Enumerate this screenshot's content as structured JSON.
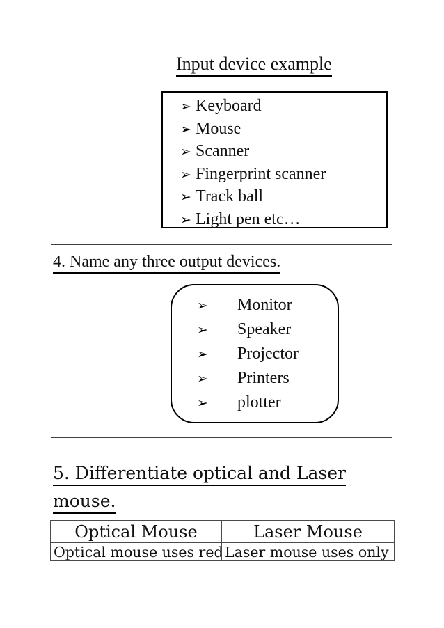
{
  "title": "Input device example",
  "glyphs": {
    "arrow_bullet": "➢"
  },
  "input_box": {
    "items": [
      "Keyboard",
      "Mouse",
      "Scanner",
      "Fingerprint scanner",
      "Track ball",
      "Light pen etc…"
    ]
  },
  "question4": {
    "heading": "4. Name any three output devices.",
    "items": [
      "Monitor",
      "Speaker",
      "Projector",
      "Printers",
      "plotter"
    ]
  },
  "question5": {
    "heading_line1": "5. Differentiate optical and Laser",
    "heading_line2": "mouse.",
    "table": {
      "headers": [
        "Optical Mouse",
        "Laser Mouse"
      ],
      "rows": [
        [
          "Optical mouse uses red,",
          "Laser mouse uses only"
        ]
      ]
    }
  },
  "colors": {
    "text": "#111111",
    "box_border": "#000000",
    "separator_line": "#404040",
    "table_border": "#4a4a4a",
    "background": "#ffffff"
  }
}
